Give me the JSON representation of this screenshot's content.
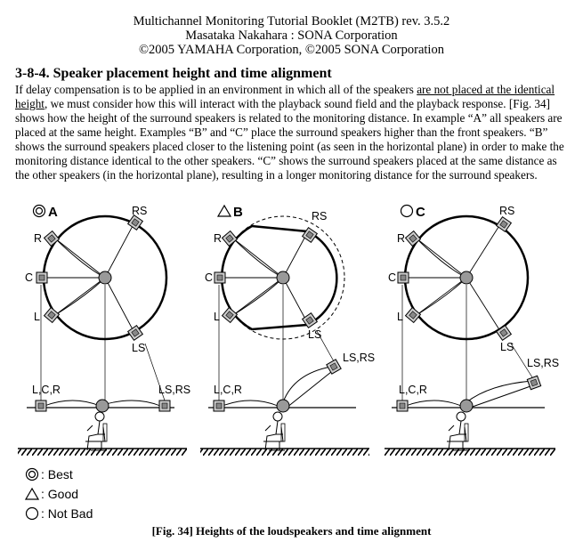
{
  "header": {
    "line1": "Multichannel Monitoring Tutorial Booklet (M2TB) rev. 3.5.2",
    "line2": "Masataka Nakahara : SONA Corporation",
    "line3": "©2005 YAMAHA Corporation, ©2005 SONA Corporation"
  },
  "section": {
    "title": "3-8-4. Speaker placement height and time alignment",
    "body_part1": "If delay compensation is to be applied in an environment in which all of the speakers ",
    "body_underline1": "are not placed at the identical height",
    "body_part2": ", we must consider how this will interact with the playback sound field and the playback response. [Fig. 34] shows how the height of the surround speakers is related to the monitoring distance. In example “A” all speakers are placed at the same height. Examples “B” and “C” place the surround speakers higher than the front speakers. “B” shows the surround speakers placed closer to the listening point (as seen in the horizontal plane) in order to make the monitoring distance identical to the other speakers. “C” shows the surround speakers placed at the same distance as the other speakers (in the horizontal plane), resulting in a longer monitoring distance for the surround speakers."
  },
  "figure": {
    "panels": [
      {
        "id": "A",
        "letter": "A",
        "rating": "best"
      },
      {
        "id": "B",
        "letter": "B",
        "rating": "good"
      },
      {
        "id": "C",
        "letter": "C",
        "rating": "not-bad"
      }
    ],
    "labels": {
      "R": "R",
      "C": "C",
      "L": "L",
      "RS": "RS",
      "LS": "LS",
      "LCR": "L,C,R",
      "LSRS": "LS,RS"
    },
    "legend": {
      "best": ": Best",
      "good": ": Good",
      "not_bad": ": Not Bad"
    },
    "caption": "[Fig. 34] Heights of the loudspeakers and time alignment"
  }
}
